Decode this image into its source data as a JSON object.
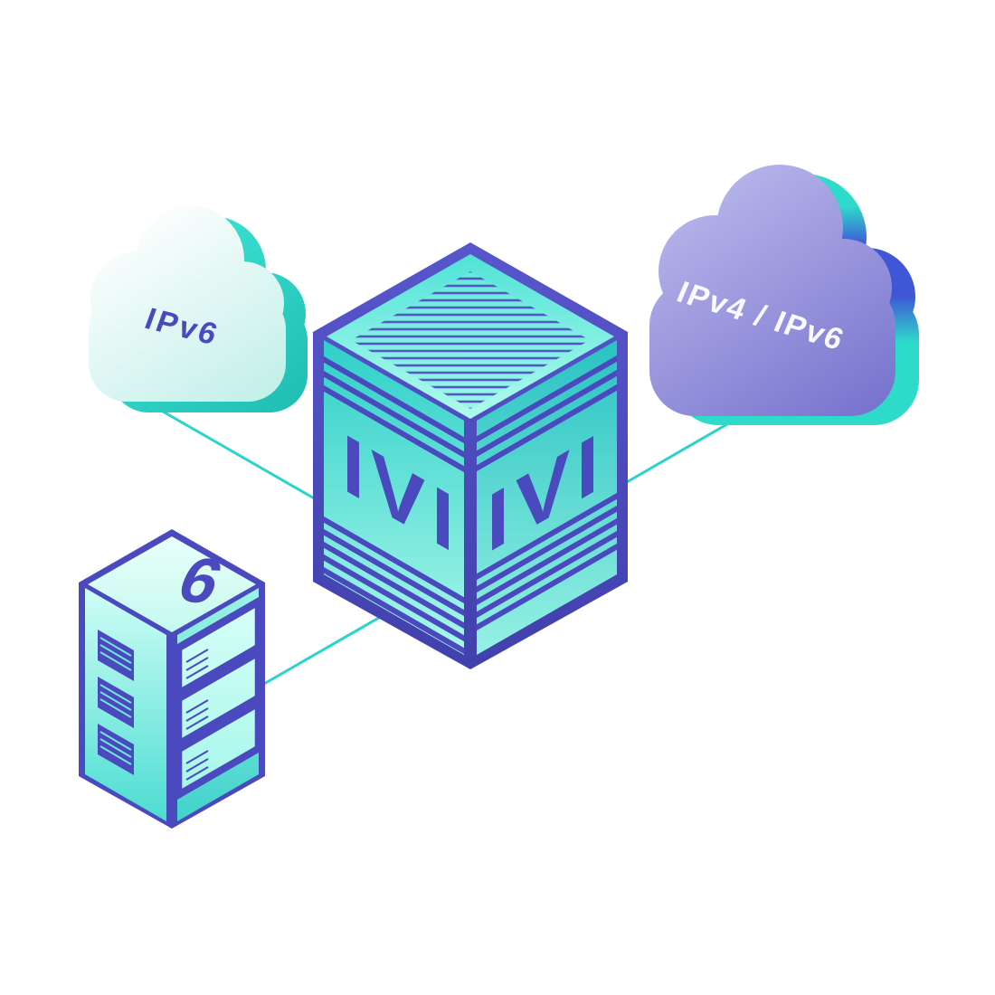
{
  "diagram": {
    "left_cloud": {
      "label": "IPv6"
    },
    "right_cloud": {
      "label": "IPv4 / IPv6"
    },
    "translator_cube": {
      "left_face_label": "IVI",
      "right_face_label": "IVI"
    },
    "server": {
      "label": "6"
    },
    "colors": {
      "teal": "#2BD3CE",
      "indigo": "#4A49BE",
      "cloud_purple": "#7B78D2",
      "accent_blue": "#3F57D6",
      "pale_cyan": "#AFFBEF",
      "label_light": "#F8FAFF",
      "background": "#FFFFFF"
    }
  }
}
